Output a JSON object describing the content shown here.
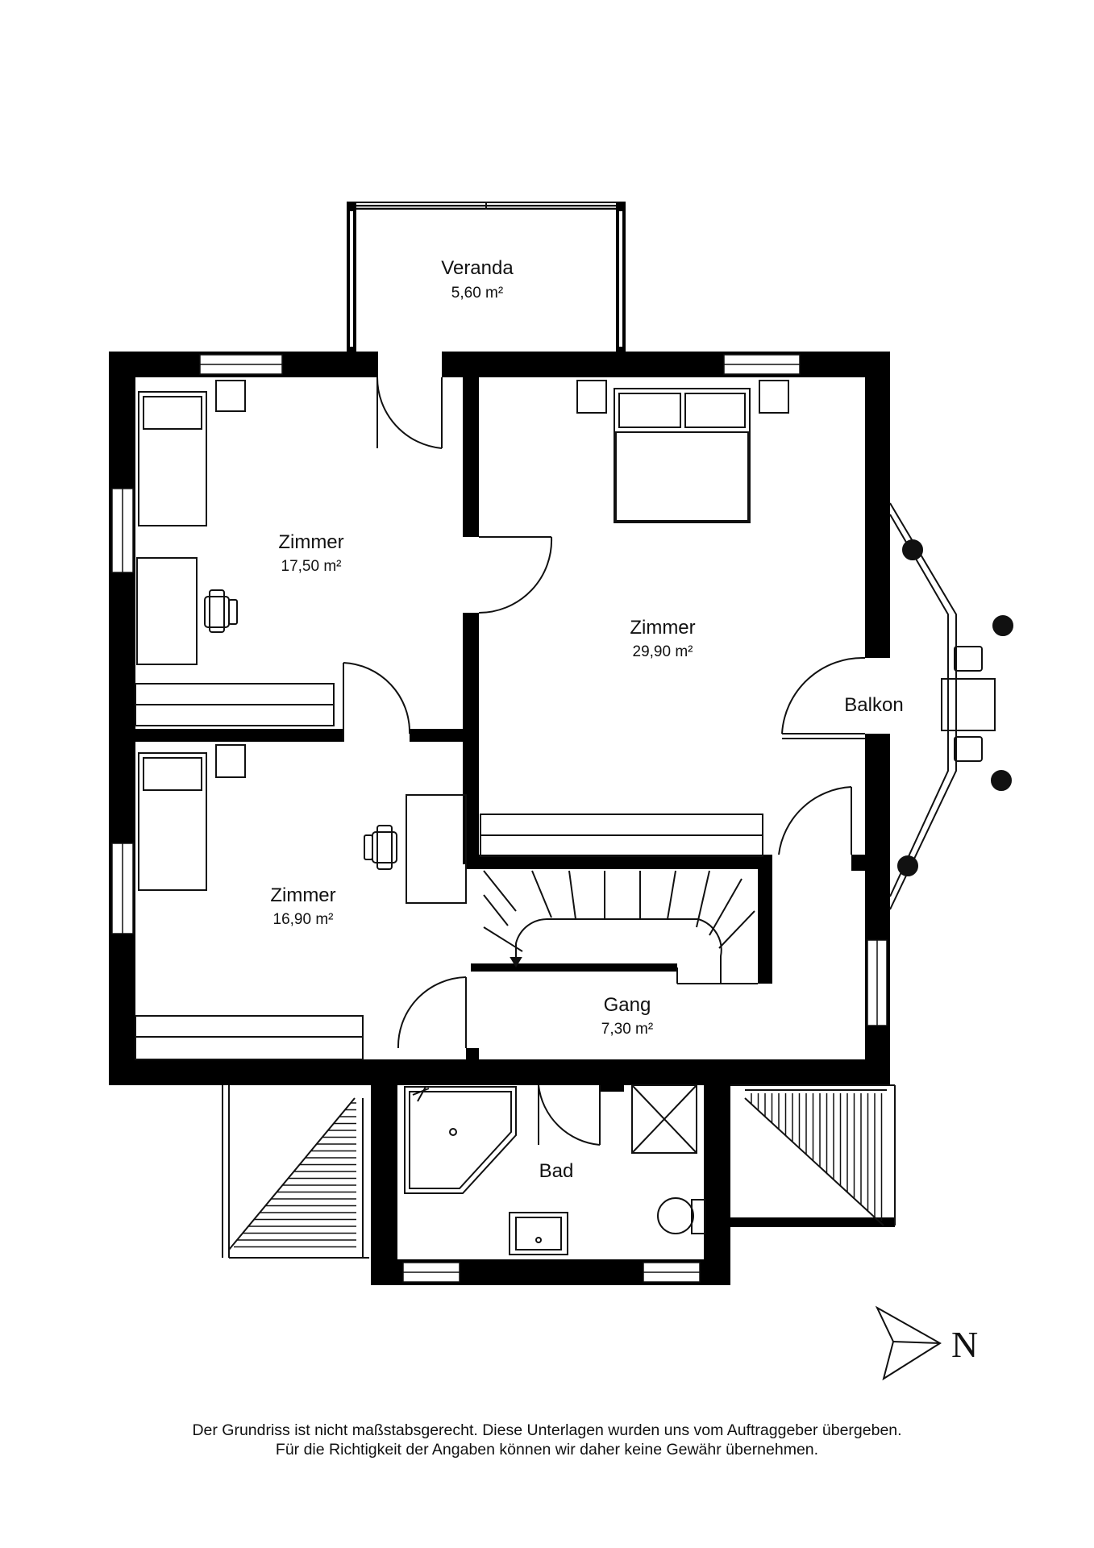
{
  "rooms": {
    "veranda": {
      "name": "Veranda",
      "area": "5,60 m²"
    },
    "zimmer_top": {
      "name": "Zimmer",
      "area": "17,50 m²"
    },
    "zimmer_master": {
      "name": "Zimmer",
      "area": "29,90 m²"
    },
    "balkon": {
      "name": "Balkon"
    },
    "zimmer_bottom": {
      "name": "Zimmer",
      "area": "16,90 m²"
    },
    "gang": {
      "name": "Gang",
      "area": "7,30 m²"
    },
    "bad": {
      "name": "Bad"
    }
  },
  "compass": {
    "letter": "N"
  },
  "disclaimer": {
    "line1": "Der Grundriss ist nicht maßstabsgerecht. Diese Unterlagen wurden uns vom Auftraggeber übergeben.",
    "line2": "Für die Richtigkeit der Angaben können wir daher keine Gewähr übernehmen."
  },
  "colors": {
    "wall": "#000000",
    "line": "#111111",
    "background": "#ffffff"
  }
}
